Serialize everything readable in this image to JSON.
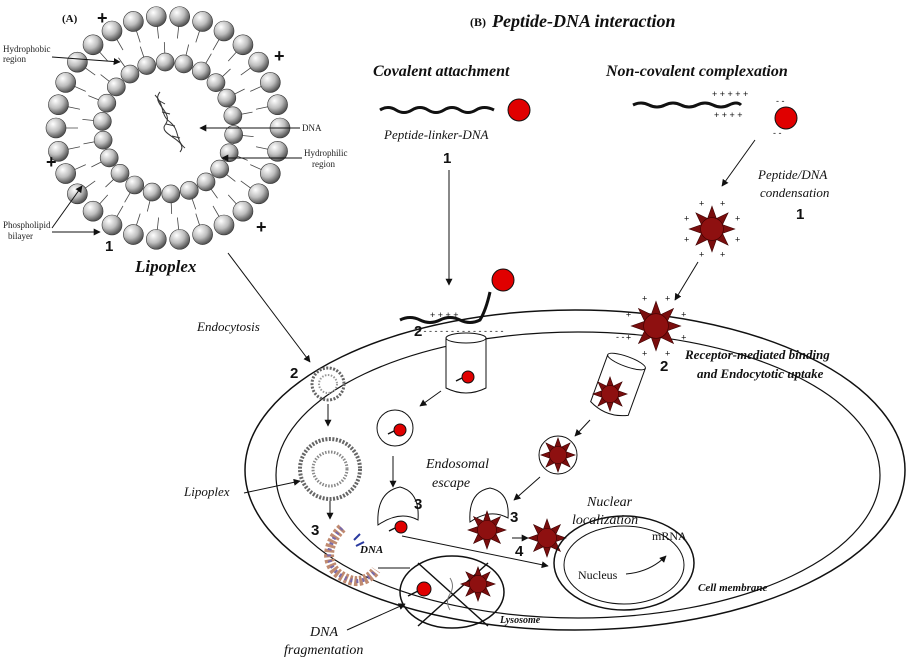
{
  "panel_a": {
    "label": "(A)",
    "hydrophobic": [
      "Hydrophobic",
      "region"
    ],
    "dna": "DNA",
    "hydrophilic": [
      "Hydrophilic",
      "region"
    ],
    "phospholipid": [
      "Phospholipid",
      "bilayer"
    ],
    "step": "1",
    "title": "Lipoplex",
    "plus": "+"
  },
  "panel_b": {
    "label": "(B)",
    "title": "Peptide-DNA interaction"
  },
  "covalent": {
    "heading": "Covalent attachment",
    "caption": "Peptide-linker-DNA",
    "step1": "1",
    "step2": "2"
  },
  "noncovalent": {
    "heading": "Non-covalent complexation",
    "condensation": [
      "Peptide/DNA",
      "condensation"
    ],
    "step1": "1",
    "receptor": [
      "Receptor-mediated binding",
      "and Endocytotic uptake"
    ],
    "step2": "2"
  },
  "cell": {
    "endocytosis": "Endocytosis",
    "step2": "2",
    "lipoplex": "Lipoplex",
    "step3_left": "3",
    "dna": "DNA",
    "endosomal_escape": [
      "Endosomal",
      "escape"
    ],
    "step3_mid": "3",
    "step3_right": "3",
    "step4": "4",
    "nuclear_localization": [
      "Nuclear",
      "localization"
    ],
    "mrna": "mRNA",
    "nucleus": "Nucleus",
    "cell_membrane": "Cell membrane",
    "lysosome": "Lysosome",
    "dna_fragmentation": [
      "DNA",
      "fragmentation"
    ]
  }
}
